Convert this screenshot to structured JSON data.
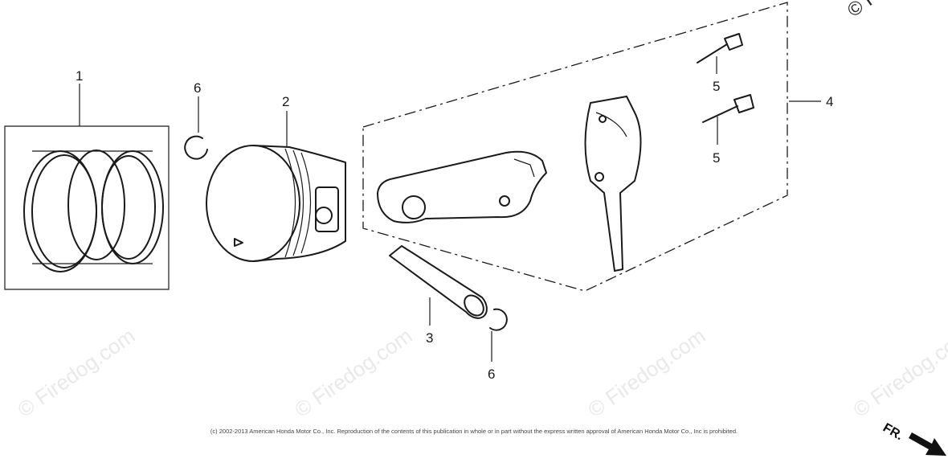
{
  "callouts": {
    "c1": "1",
    "c2": "2",
    "c3": "3",
    "c4": "4",
    "c5a": "5",
    "c5b": "5",
    "c6a": "6",
    "c6b": "6"
  },
  "watermark": {
    "text": "© Firedog.com",
    "corner": "© F"
  },
  "copyright": "(c) 2002-2013 American Honda Motor Co., Inc. Reproduction of the contents of this publication in whole or in part without the express written approval of American Honda Motor Co., Inc is prohibited.",
  "front_label": "FR.",
  "colors": {
    "ink": "#1a1a1a",
    "watermark": "#e9e9e9"
  }
}
